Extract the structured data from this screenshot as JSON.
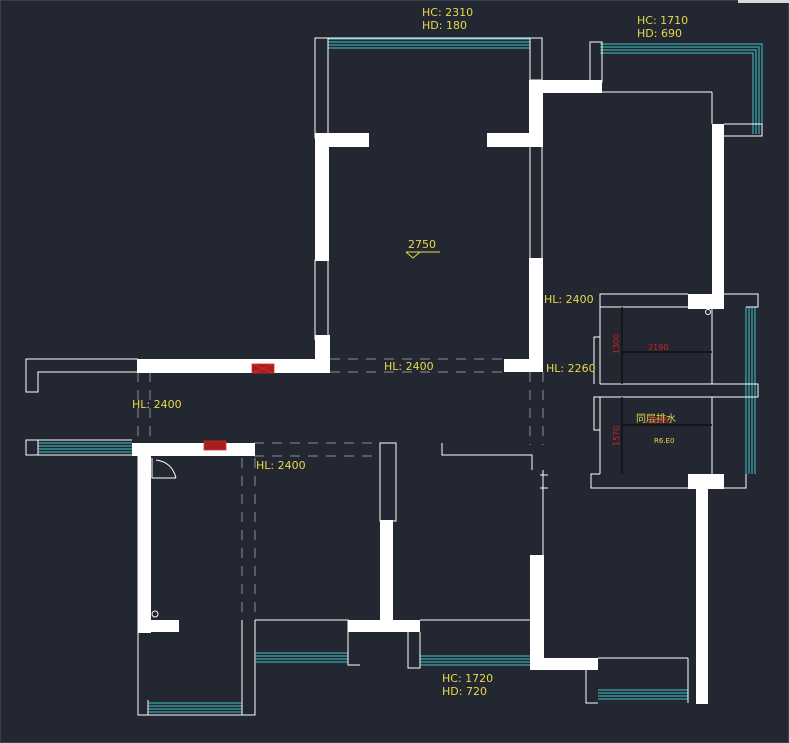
{
  "colors": {
    "background": "#222731",
    "wall": "#ffffff",
    "window": "#3fc6c8",
    "label": "#e8d84a",
    "dim": "#e01a1a",
    "socket": "#a81e1e"
  },
  "annotations": {
    "top_window_hc": "HC: 2310",
    "top_window_hd": "HD: 180",
    "right_window_hc": "HC: 1710",
    "right_window_hd": "HD: 690",
    "ceiling": "2750",
    "hl_right_upper": "HL: 2400",
    "hl_corridor": "HL: 2400",
    "hl_right_lower": "HL: 2260",
    "hl_left": "HL: 2400",
    "hl_bottom": "HL: 2400",
    "bottom_window_hc": "HC: 1720",
    "bottom_window_hd": "HD: 720"
  },
  "bathroom": {
    "dim_upper_vertical": "1300",
    "dim_upper_horizontal": "2190",
    "dim_lower_vertical": "1570",
    "dim_lower_horizontal": "2190",
    "label": "同层排水",
    "sub_label": "R6.E0"
  }
}
